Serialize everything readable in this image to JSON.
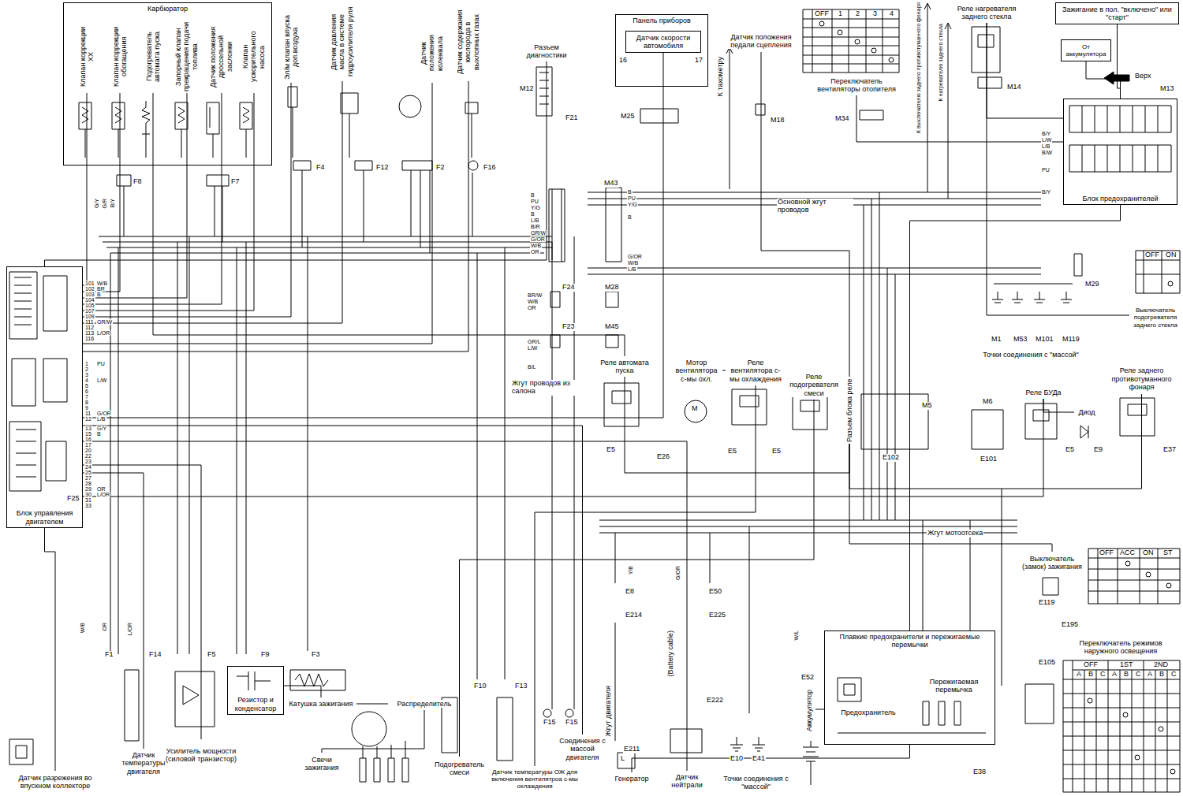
{
  "diagram": {
    "nodes": [
      {
        "text": [
          "Карбюратор"
        ]
      },
      {
        "text": [
          "Клапан коррекции ХХ"
        ],
        "in": 0
      },
      {
        "text": [
          "Клапан коррекции обогащения"
        ],
        "in": 0
      },
      {
        "text": [
          "Подогреватель автомата пуска"
        ],
        "in": 0
      },
      {
        "text": [
          "Запорный клапан прекращения подачи топлива"
        ],
        "in": 0
      },
      {
        "text": [
          "Датчик положения дроссельной заслонки"
        ],
        "in": 0
      },
      {
        "text": [
          "Клапан ускорительного насоса"
        ],
        "in": 0
      },
      {
        "text": [
          "Эл/м клапан впуска доп.воздуха"
        ]
      },
      {
        "text": [
          "Датчик давления масла в системе гидроусилителя руля"
        ]
      },
      {
        "text": [
          "Датчик положения коленвала"
        ]
      },
      {
        "text": [
          "Датчик содержания кислорода в выхлопных газах"
        ]
      },
      {
        "text": [
          "Разъем диагностики"
        ]
      },
      {
        "text": [
          "Панель приборов"
        ]
      },
      {
        "text": [
          "Датчик скорости автомобиля"
        ],
        "in": 12
      },
      {
        "text": [
          "Датчик положения педали сцепления"
        ]
      },
      {
        "text": [
          "Переключатель вентиляторы отопителя"
        ]
      },
      {
        "text": [
          "Реле нагревателя заднего стекла"
        ]
      },
      {
        "text": [
          "Блок предохранителей"
        ]
      },
      {
        "text": [
          "Зажигание в пол. \"включено\" или \"старт\""
        ]
      },
      {
        "text": [
          "От аккумулятора"
        ]
      },
      {
        "text": [
          "Блок управления двигателем"
        ]
      },
      {
        "text": [
          "Выключатель подогревателя заднего стекла"
        ]
      },
      {
        "text": [
          "Реле автомата пуска"
        ]
      },
      {
        "text": [
          "Мотор вентилятора с-мы охл."
        ]
      },
      {
        "text": [
          "Реле вентилятора с-мы охлаждения"
        ]
      },
      {
        "text": [
          "Реле подогревателя смеси"
        ]
      },
      {
        "text": [
          "Разъем блока реле"
        ]
      },
      {
        "text": [
          "Реле БУДа"
        ]
      },
      {
        "text": [
          "Диод"
        ]
      },
      {
        "text": [
          "Реле заднего противотуманного фонаря"
        ]
      },
      {
        "text": [
          "Выключатель (замок) зажигания"
        ]
      },
      {
        "text": [
          "Датчик разрежения во впускном коллекторе"
        ]
      },
      {
        "text": [
          "Датчик температуры двигателя"
        ]
      },
      {
        "text": [
          "Усилитель мощности (силовой транзистор)"
        ]
      },
      {
        "text": [
          "Резистор и конденсатор"
        ]
      },
      {
        "text": [
          "Катушка зажигания"
        ]
      },
      {
        "text": [
          "Распределитель"
        ]
      },
      {
        "text": [
          "Свечи зажигания"
        ]
      },
      {
        "text": [
          "Подогреватель смеси"
        ]
      },
      {
        "text": [
          "Датчик температуры ОЖ для включения вентилятроа с-мы охлаждения"
        ]
      },
      {
        "text": [
          "Соединения с массой двигателя"
        ]
      },
      {
        "text": [
          "Генератор"
        ]
      },
      {
        "text": [
          "Датчик нейтрали"
        ]
      },
      {
        "text": [
          "Точки соединения с \"массой\""
        ]
      },
      {
        "text": [
          "Аккумулятор"
        ]
      },
      {
        "text": [
          "Плавкие предохранители и пережигаемые перемычки"
        ]
      },
      {
        "text": [
          "Предохранитель"
        ],
        "in": 45
      },
      {
        "text": [
          "Пережигаемая перемычка"
        ],
        "in": 45
      },
      {
        "text": [
          "Переключатель режимов наружного освещения"
        ]
      },
      {
        "text": [
          "Точки соединения с \"массой\""
        ]
      }
    ],
    "edges": [
      {
        "from": 1,
        "to": 20,
        "arrow": "none"
      },
      {
        "from": 2,
        "to": 20,
        "arrow": "none"
      },
      {
        "from": 3,
        "to": 22,
        "arrow": "none"
      },
      {
        "from": 4,
        "to": 20,
        "arrow": "none"
      },
      {
        "from": 5,
        "to": 20,
        "arrow": "none"
      },
      {
        "from": 6,
        "to": 20,
        "arrow": "none"
      },
      {
        "from": 7,
        "to": 20,
        "arrow": "none"
      },
      {
        "from": 8,
        "to": 20,
        "arrow": "none"
      },
      {
        "from": 9,
        "to": 20,
        "arrow": "none"
      },
      {
        "from": 10,
        "to": 20,
        "arrow": "none"
      },
      {
        "from": 11,
        "to": 20,
        "arrow": "none"
      },
      {
        "from": 13,
        "to": 20,
        "arrow": "none"
      },
      {
        "from": 14,
        "to": 26,
        "arrow": "none"
      },
      {
        "from": 15,
        "to": 17,
        "arrow": "none"
      },
      {
        "from": 16,
        "to": 17,
        "arrow": "none"
      },
      {
        "from": 18,
        "to": 17,
        "arrow": "none"
      },
      {
        "from": 19,
        "to": 17,
        "arrow": "none"
      },
      {
        "from": 16,
        "to": 21,
        "arrow": "none"
      },
      {
        "from": 22,
        "to": 26,
        "arrow": "none"
      },
      {
        "from": 24,
        "to": 23,
        "arrow": "none"
      },
      {
        "from": 25,
        "to": 38,
        "arrow": "none"
      },
      {
        "from": 27,
        "to": 20,
        "arrow": "none"
      },
      {
        "from": 29,
        "to": 26,
        "arrow": "none"
      },
      {
        "from": 30,
        "to": 26,
        "arrow": "none"
      },
      {
        "from": 31,
        "to": 20,
        "arrow": "none"
      },
      {
        "from": 32,
        "to": 20,
        "arrow": "none"
      },
      {
        "from": 33,
        "to": 20,
        "arrow": "none"
      },
      {
        "from": 34,
        "to": 35,
        "arrow": "none"
      },
      {
        "from": 35,
        "to": 36,
        "arrow": "none"
      },
      {
        "from": 36,
        "to": 37,
        "arrow": "none"
      },
      {
        "from": 39,
        "to": 24,
        "arrow": "none"
      },
      {
        "from": 40,
        "to": 20,
        "arrow": "none"
      },
      {
        "from": 41,
        "to": 45,
        "arrow": "none"
      },
      {
        "from": 42,
        "to": 20,
        "arrow": "none"
      },
      {
        "from": 44,
        "to": 45,
        "arrow": "none"
      },
      {
        "from": 45,
        "to": 17,
        "arrow": "none"
      },
      {
        "from": 27,
        "to": 28,
        "arrow": "none"
      }
    ],
    "labels": [
      "F8",
      "F7",
      "F4",
      "F12",
      "F2",
      "F16",
      "M12",
      "M25",
      "M18",
      "M34",
      "M14",
      "M13",
      "F21",
      "M43",
      "F24",
      "M28",
      "F23",
      "M45",
      "F25",
      "M29",
      "M1",
      "M53",
      "M101",
      "M119",
      "E5",
      "E26",
      "E5",
      "E5",
      "M5",
      "E102",
      "M6",
      "E101",
      "E5",
      "E9",
      "E37",
      "E119",
      "E195",
      "E105",
      "F1",
      "F14",
      "F5",
      "F9",
      "F3",
      "F10",
      "F13",
      "F15",
      "F15",
      "E8",
      "E214",
      "E50",
      "E225",
      "E222",
      "E10",
      "E41",
      "E52",
      "E38",
      "E211",
      "16",
      "17",
      "К тахометру",
      "К выключателю заднего противотуманного фонаря",
      "К нагревателю заднего стекла",
      "Верх",
      "Основной жгут проводов",
      "Жгут проводов из салона",
      "Жгут мотоотсека",
      "Жгут двигателя",
      "(Battery cable)",
      "M",
      "L",
      "OFF",
      "1",
      "2",
      "3",
      "4",
      "OFF",
      "ACC",
      "ON",
      "ST",
      "OFF",
      "ON",
      "OFF",
      "1ST",
      "2ND",
      "A",
      "B",
      "C",
      "A",
      "B",
      "C",
      "A",
      "B",
      "C",
      "101",
      "102",
      "103",
      "104",
      "105",
      "107",
      "109",
      "111",
      "112",
      "113",
      "116",
      "1",
      "2",
      "3",
      "4",
      "5",
      "6",
      "7",
      "8",
      "9",
      "11",
      "12",
      "13",
      "15",
      "16",
      "17",
      "20",
      "22",
      "23",
      "24",
      "25",
      "27",
      "28",
      "29",
      "30",
      "31",
      "33",
      "W/B",
      "BR",
      "B",
      "GR/W",
      "L/OR",
      "PU",
      "L/W",
      "G/OR",
      "L/B",
      "G/Y",
      "B",
      "OR",
      "L/OR",
      "B",
      "PU",
      "Y/G",
      "B",
      "L/B",
      "B/R",
      "GR/W",
      "G/OR",
      "W/B",
      "OR",
      "BR/W",
      "W/B",
      "OR",
      "GR/L",
      "L/W",
      "B/L",
      "B",
      "PU",
      "Y/G",
      "B",
      "G/OR",
      "W/B",
      "L/B",
      "B/Y",
      "L/W",
      "L/B",
      "B/W",
      "PU",
      "B/Y",
      "W/B",
      "OR",
      "L/OR",
      "Y/B",
      "G/OR",
      "W/L",
      "G/Y",
      "G/R",
      "B/Y"
    ]
  }
}
